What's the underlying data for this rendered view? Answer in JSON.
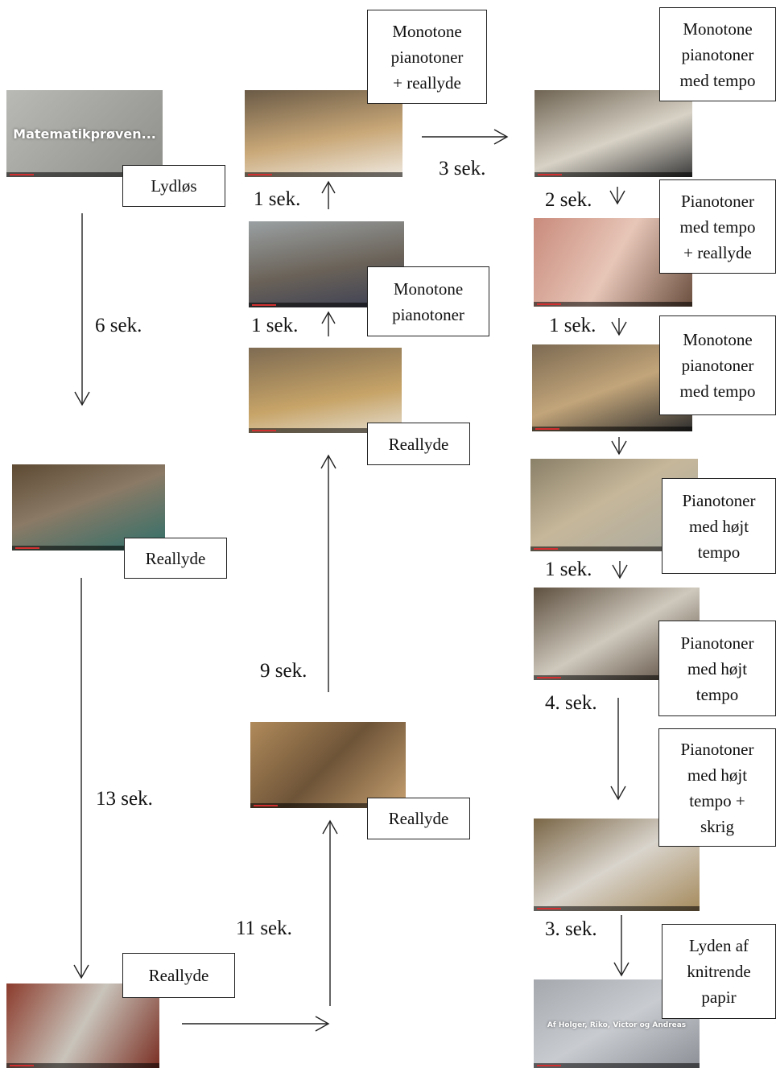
{
  "nodes": [
    {
      "id": "lydlos",
      "label": "Lydløs",
      "thumb_title": "Matematikprøven...",
      "thumb_icon": "title-card-thumbnail"
    },
    {
      "id": "reallyde_stairs",
      "label": "Reallyde",
      "thumb_icon": "stairs-thumbnail"
    },
    {
      "id": "reallyde_building",
      "label": "Reallyde",
      "thumb_icon": "building-thumbnail"
    },
    {
      "id": "reallyde_hallway",
      "label": "Reallyde",
      "thumb_icon": "hallway-numbers-thumbnail"
    },
    {
      "id": "reallyde_desk",
      "label": "Reallyde",
      "thumb_icon": "desk-overhead-thumbnail"
    },
    {
      "id": "monotone",
      "label": "Monotone\npianotoner",
      "thumb_icon": "classroom-thumbnail"
    },
    {
      "id": "monotone_real",
      "label": "Monotone\npianotoner\n+ reallyde",
      "thumb_icon": "desk-overhead-thumbnail"
    },
    {
      "id": "monotone_tempo1",
      "label": "Monotone\npianotoner\nmed tempo",
      "thumb_icon": "writing-thumbnail"
    },
    {
      "id": "piano_tempo_real",
      "label": "Pianotoner\nmed tempo\n+ reallyde",
      "thumb_icon": "closeup-thumbnail"
    },
    {
      "id": "monotone_tempo2",
      "label": "Monotone\npianotoner\nmed tempo",
      "thumb_icon": "classroom-writing-thumbnail"
    },
    {
      "id": "piano_high1",
      "label": "Pianotoner\nmed højt\ntempo",
      "thumb_icon": "head-in-hand-thumbnail"
    },
    {
      "id": "piano_high2",
      "label": "Pianotoner\nmed højt\ntempo",
      "thumb_icon": "student-thumbnail"
    },
    {
      "id": "piano_high_scream",
      "label": "Pianotoner\nmed højt\ntempo +\nskrig",
      "thumb_icon": "crumpled-paper-thumbnail"
    },
    {
      "id": "paper",
      "label": "Lyden af\nknitrende\npapir",
      "thumb_title": "Af Holger, Riko, Victor og Andreas",
      "thumb_icon": "credits-thumbnail"
    }
  ],
  "durations": {
    "d1": "6 sek.",
    "d2": "13 sek.",
    "d3": "11 sek.",
    "d4": "9 sek.",
    "d5": "1 sek.",
    "d6": "1 sek.",
    "d7": "3 sek.",
    "d8": "2 sek.",
    "d9": "1 sek.",
    "d10": "1 sek.",
    "d11": "4. sek.",
    "d12": "3. sek."
  },
  "colors": {
    "line": "#222222",
    "box_border": "#222222",
    "background": "#ffffff"
  }
}
